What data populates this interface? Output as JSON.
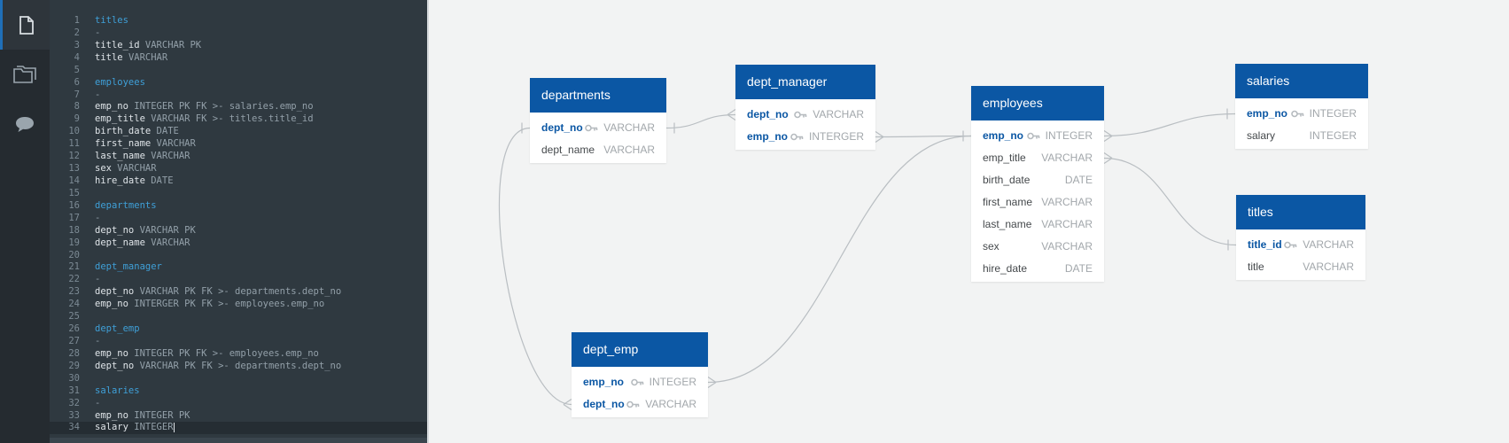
{
  "sidebar": {
    "items": [
      {
        "icon": "file-icon",
        "active": true
      },
      {
        "icon": "folder-icon",
        "active": false
      },
      {
        "icon": "chat-icon",
        "active": false
      }
    ]
  },
  "editor": {
    "lines": [
      {
        "n": "1",
        "type": "table",
        "text": "titles"
      },
      {
        "n": "2",
        "type": "dash",
        "text": "-"
      },
      {
        "n": "3",
        "type": "field",
        "name": "title_id",
        "meta": "VARCHAR PK"
      },
      {
        "n": "4",
        "type": "field",
        "name": "title",
        "meta": "VARCHAR"
      },
      {
        "n": "5",
        "type": "blank"
      },
      {
        "n": "6",
        "type": "table",
        "text": "employees"
      },
      {
        "n": "7",
        "type": "dash",
        "text": "-"
      },
      {
        "n": "8",
        "type": "field",
        "name": "emp_no",
        "meta": "INTEGER PK FK >- salaries.emp_no"
      },
      {
        "n": "9",
        "type": "field",
        "name": "emp_title",
        "meta": "VARCHAR FK >- titles.title_id"
      },
      {
        "n": "10",
        "type": "field",
        "name": "birth_date",
        "meta": "DATE"
      },
      {
        "n": "11",
        "type": "field",
        "name": "first_name",
        "meta": "VARCHAR"
      },
      {
        "n": "12",
        "type": "field",
        "name": "last_name",
        "meta": "VARCHAR"
      },
      {
        "n": "13",
        "type": "field",
        "name": "sex",
        "meta": "VARCHAR"
      },
      {
        "n": "14",
        "type": "field",
        "name": "hire_date",
        "meta": "DATE"
      },
      {
        "n": "15",
        "type": "blank"
      },
      {
        "n": "16",
        "type": "table",
        "text": "departments"
      },
      {
        "n": "17",
        "type": "dash",
        "text": "-"
      },
      {
        "n": "18",
        "type": "field",
        "name": "dept_no",
        "meta": "VARCHAR PK"
      },
      {
        "n": "19",
        "type": "field",
        "name": "dept_name",
        "meta": "VARCHAR"
      },
      {
        "n": "20",
        "type": "blank"
      },
      {
        "n": "21",
        "type": "table",
        "text": "dept_manager"
      },
      {
        "n": "22",
        "type": "dash",
        "text": "-"
      },
      {
        "n": "23",
        "type": "field",
        "name": "dept_no",
        "meta": "VARCHAR PK FK >- departments.dept_no"
      },
      {
        "n": "24",
        "type": "field",
        "name": "emp_no",
        "meta": "INTERGER PK FK >- employees.emp_no"
      },
      {
        "n": "25",
        "type": "blank"
      },
      {
        "n": "26",
        "type": "table",
        "text": "dept_emp"
      },
      {
        "n": "27",
        "type": "dash",
        "text": "-"
      },
      {
        "n": "28",
        "type": "field",
        "name": "emp_no",
        "meta": "INTEGER PK FK >- employees.emp_no"
      },
      {
        "n": "29",
        "type": "field",
        "name": "dept_no",
        "meta": "VARCHAR PK FK >- departments.dept_no"
      },
      {
        "n": "30",
        "type": "blank"
      },
      {
        "n": "31",
        "type": "table",
        "text": "salaries"
      },
      {
        "n": "32",
        "type": "dash",
        "text": "-"
      },
      {
        "n": "33",
        "type": "field",
        "name": "emp_no",
        "meta": "INTEGER PK"
      },
      {
        "n": "34",
        "type": "field",
        "name": "salary",
        "meta": "INTEGER",
        "cursor": true
      }
    ]
  },
  "entities": [
    {
      "id": "departments",
      "title": "departments",
      "fields": [
        {
          "name": "dept_no",
          "type": "VARCHAR",
          "pk": true
        },
        {
          "name": "dept_name",
          "type": "VARCHAR",
          "pk": false
        }
      ]
    },
    {
      "id": "dept_manager",
      "title": "dept_manager",
      "fields": [
        {
          "name": "dept_no",
          "type": "VARCHAR",
          "pk": true
        },
        {
          "name": "emp_no",
          "type": "INTERGER",
          "pk": true
        }
      ]
    },
    {
      "id": "employees",
      "title": "employees",
      "fields": [
        {
          "name": "emp_no",
          "type": "INTEGER",
          "pk": true
        },
        {
          "name": "emp_title",
          "type": "VARCHAR",
          "pk": false
        },
        {
          "name": "birth_date",
          "type": "DATE",
          "pk": false
        },
        {
          "name": "first_name",
          "type": "VARCHAR",
          "pk": false
        },
        {
          "name": "last_name",
          "type": "VARCHAR",
          "pk": false
        },
        {
          "name": "sex",
          "type": "VARCHAR",
          "pk": false
        },
        {
          "name": "hire_date",
          "type": "DATE",
          "pk": false
        }
      ]
    },
    {
      "id": "salaries",
      "title": "salaries",
      "fields": [
        {
          "name": "emp_no",
          "type": "INTEGER",
          "pk": true
        },
        {
          "name": "salary",
          "type": "INTEGER",
          "pk": false
        }
      ]
    },
    {
      "id": "titles",
      "title": "titles",
      "fields": [
        {
          "name": "title_id",
          "type": "VARCHAR",
          "pk": true
        },
        {
          "name": "title",
          "type": "VARCHAR",
          "pk": false
        }
      ]
    },
    {
      "id": "dept_emp",
      "title": "dept_emp",
      "fields": [
        {
          "name": "emp_no",
          "type": "INTEGER",
          "pk": true
        },
        {
          "name": "dept_no",
          "type": "VARCHAR",
          "pk": true
        }
      ]
    }
  ],
  "relationships": [
    {
      "from": "departments.dept_no",
      "to": "dept_manager.dept_no"
    },
    {
      "from": "departments.dept_no",
      "to": "dept_emp.dept_no"
    },
    {
      "from": "dept_manager.emp_no",
      "to": "employees.emp_no"
    },
    {
      "from": "dept_emp.emp_no",
      "to": "employees.emp_no"
    },
    {
      "from": "employees.emp_no",
      "to": "salaries.emp_no"
    },
    {
      "from": "employees.emp_title",
      "to": "titles.title_id"
    }
  ],
  "colors": {
    "header": "#0b57a4",
    "key_field": "#0b57a4",
    "editor_bg": "#2f3940",
    "table_keyword": "#3fa0d8",
    "canvas_bg": "#f2f3f3"
  }
}
